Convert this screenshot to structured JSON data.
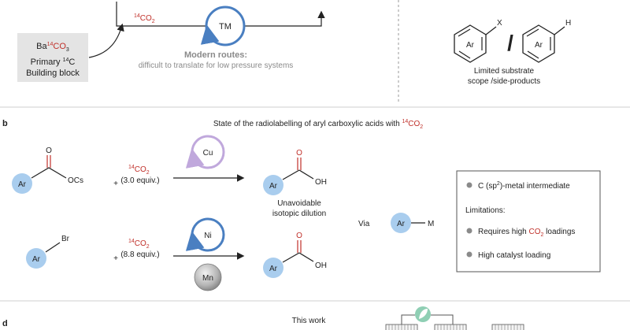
{
  "panel_a": {
    "barium_prefix": "Ba",
    "barium_iso": "14",
    "barium_suffix": "CO",
    "barium_sub": "3",
    "primary_prefix": "Primary ",
    "primary_iso": "14",
    "primary_suffix": "C",
    "building_block": "Building block",
    "co2_iso": "14",
    "co2_text": "CO",
    "co2_sub": "2",
    "tm_label": "TM",
    "modern_title": "Modern routes:",
    "modern_desc": "difficult to translate for low pressure systems",
    "aryl_x_ring": "Ar",
    "aryl_x_sub": "X",
    "slash": "/",
    "aryl_h_ring": "Ar",
    "aryl_h_sub": "H",
    "limited_line1": "Limited substrate",
    "limited_line2": "scope /side-products"
  },
  "panel_b": {
    "label": "b",
    "title_text": "State of the radiolabelling of aryl carboxylic acids with ",
    "title_iso": "14",
    "title_co2": "CO",
    "title_sub": "2",
    "r1": {
      "ar": "Ar",
      "o": "O",
      "ocs": "OCs",
      "plus": "+",
      "co2_iso": "14",
      "co2": "CO",
      "co2_sub": "2",
      "equiv": "(3.0 equiv.)",
      "catalyst": "Cu",
      "prod_ar": "Ar",
      "prod_o": "O",
      "prod_oh": "OH",
      "note1": "Unavoidable",
      "note2": "isotopic dilution"
    },
    "r2": {
      "ar": "Ar",
      "br": "Br",
      "plus": "+",
      "co2_iso": "14",
      "co2": "CO",
      "co2_sub": "2",
      "equiv": "(8.8 equiv.)",
      "catalyst": "Ni",
      "reductant": "Mn",
      "prod_ar": "Ar",
      "prod_o": "O",
      "prod_oh": "OH"
    },
    "via": "Via",
    "via_ar": "Ar",
    "via_m": "M",
    "box": {
      "intermediate_pre": "C (sp",
      "intermediate_sup": "2",
      "intermediate_post": ")-metal intermediate",
      "limitations": "Limitations:",
      "item1_pre": "Requires high ",
      "item1_co2": "CO",
      "item1_sub": "2",
      "item1_post": " loadings",
      "item2": "High catalyst loading"
    }
  },
  "panel_d": {
    "label": "d",
    "title": "This work"
  },
  "colors": {
    "ar_blue": "#a9cdee",
    "tm_blue": "#4a7fc1",
    "cu_purple": "#c0a8dc",
    "isotope_red": "#c0302a",
    "box_grey": "#e4e4e4",
    "leaf_green": "#8fcfb4"
  }
}
